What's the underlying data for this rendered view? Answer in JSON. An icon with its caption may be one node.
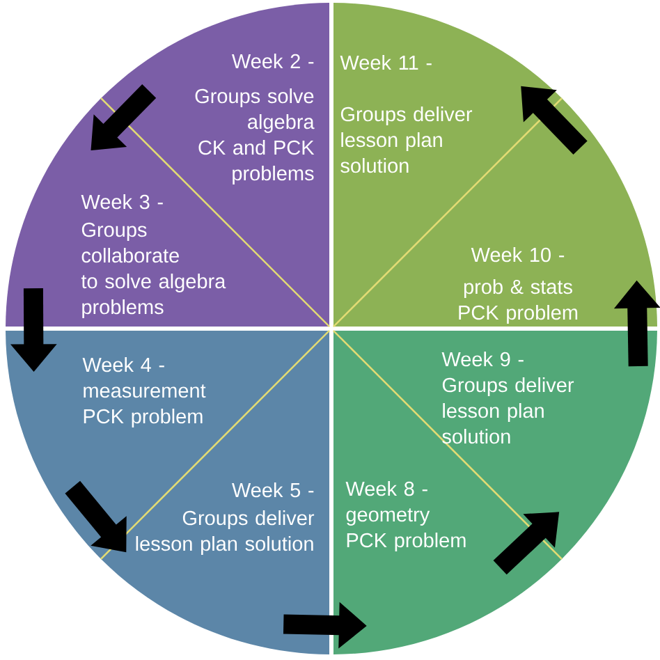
{
  "diagram": {
    "nodes": [
      {
        "text": [
          "Week 2 -",
          "Groups solve algebra CK and PCK problems"
        ]
      },
      {
        "text": [
          "Week 3 -",
          "Groups collaborate to solve algebra problems"
        ]
      },
      {
        "text": [
          "Week 4 -",
          "measurement PCK problem"
        ]
      },
      {
        "text": [
          "Week 5 -",
          "Groups deliver lesson plan solution"
        ]
      },
      {
        "text": [
          "Week 8 -",
          "geometry PCK problem"
        ]
      },
      {
        "text": [
          "Week 9 -",
          "Groups deliver lesson plan solution"
        ]
      },
      {
        "text": [
          "Week 10 -",
          "prob & stats PCK problem"
        ]
      },
      {
        "text": [
          "Week 11 -",
          "Groups deliver lesson plan solution"
        ]
      }
    ],
    "edges": [
      {
        "from": 0,
        "to": 1,
        "arrow": "to"
      },
      {
        "from": 1,
        "to": 2,
        "arrow": "to"
      },
      {
        "from": 2,
        "to": 3,
        "arrow": "to"
      },
      {
        "from": 3,
        "to": 4,
        "arrow": "to"
      },
      {
        "from": 4,
        "to": 5,
        "arrow": "to"
      },
      {
        "from": 5,
        "to": 6,
        "arrow": "to"
      },
      {
        "from": 6,
        "to": 7,
        "arrow": "to"
      }
    ]
  }
}
